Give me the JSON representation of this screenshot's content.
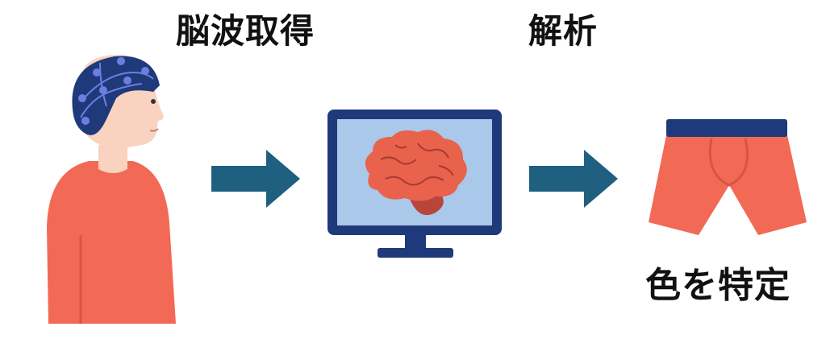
{
  "labels": {
    "eeg": "脳波取得",
    "analysis": "解析",
    "color": "色を特定"
  },
  "icons": {
    "person": "person-with-eeg-cap-icon",
    "arrow1": "right-arrow-icon",
    "monitor": "monitor-with-brain-icon",
    "arrow2": "right-arrow-icon",
    "shorts": "boxer-shorts-icon"
  },
  "colors": {
    "navy": "#1f3a7a",
    "orange": "#f26a55",
    "arrow": "#1f5f7f",
    "screen": "#aac8ea",
    "brain": "#e8624c",
    "skin": "#f9d2c0",
    "electrode": "#6c7fe0"
  }
}
